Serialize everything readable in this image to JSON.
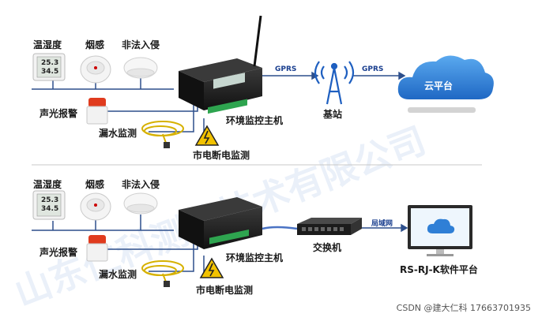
{
  "colors": {
    "accent": "#1e5fc0",
    "wire": "#2d4f8c",
    "cloud": "#2f7fd6",
    "device": "#222222",
    "terminal": "#2ea44f",
    "warning": "#f2c200"
  },
  "top": {
    "temp_humidity": "温湿度",
    "smoke": "烟感",
    "intrusion": "非法入侵",
    "alarm": "声光报警",
    "leak": "漏水监测",
    "host": "环境监控主机",
    "power": "市电断电监测",
    "gprs_left": "GPRS",
    "gprs_right": "GPRS",
    "base_station": "基站",
    "cloud": "云平台",
    "sensor_reading_1": "25.3",
    "sensor_reading_2": "34.5"
  },
  "bottom": {
    "temp_humidity": "温湿度",
    "smoke": "烟感",
    "intrusion": "非法入侵",
    "alarm": "声光报警",
    "leak": "漏水监测",
    "host": "环境监控主机",
    "power": "市电断电监测",
    "switch": "交换机",
    "lan": "局域网",
    "software": "RS-RJ-K软件平台",
    "sensor_reading_1": "25.3",
    "sensor_reading_2": "34.5"
  },
  "watermark": {
    "line1": "山东仁科测控技术有限公司"
  },
  "footer": "CSDN @建大仁科 17663701935"
}
